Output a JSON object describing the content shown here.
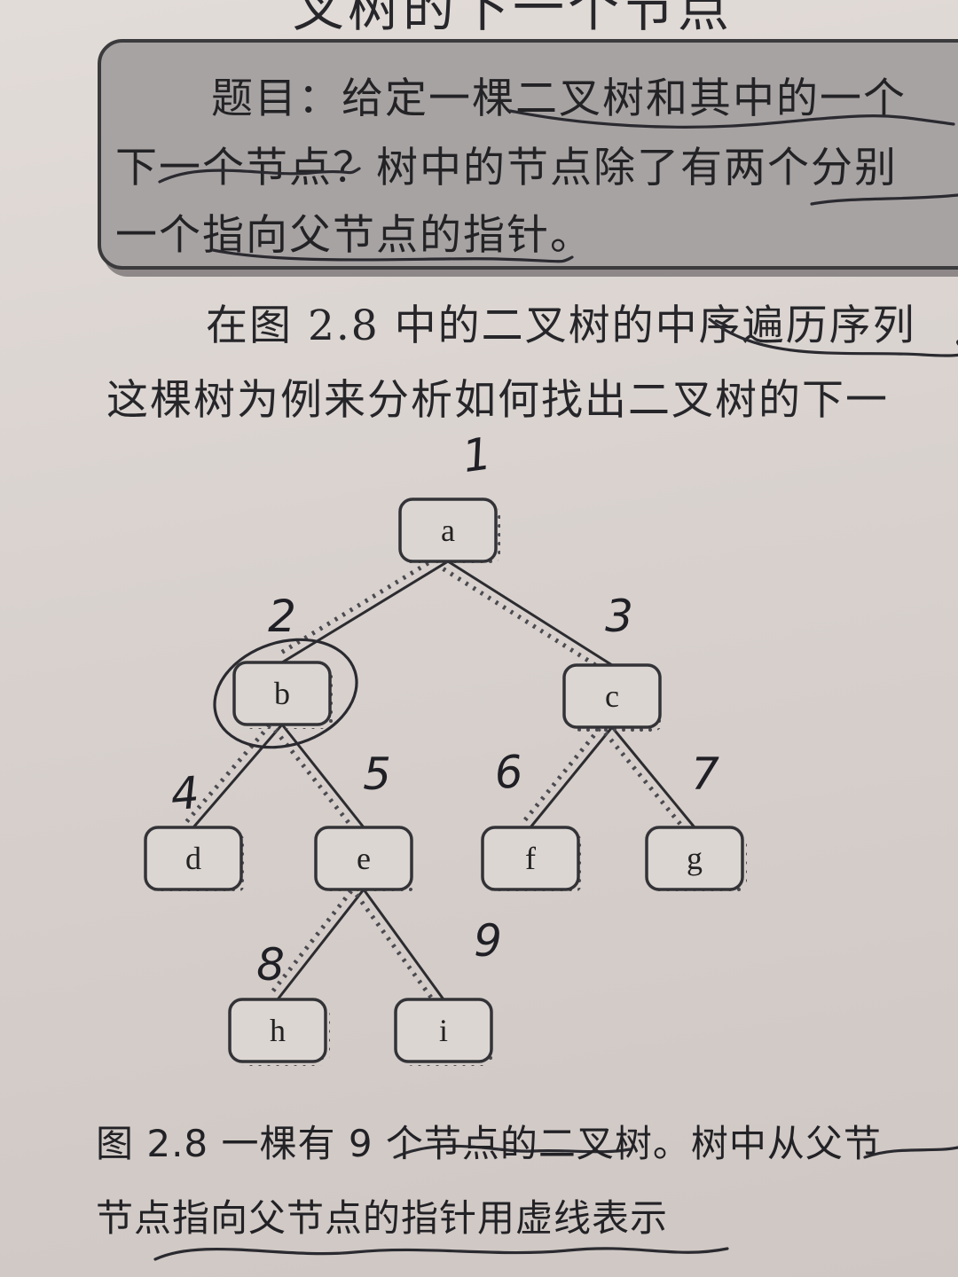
{
  "header": {
    "cut_title": "叉树的下一个节点"
  },
  "problem": {
    "lines": [
      "题目：给定一棵二叉树和其中的一个",
      "下一个节点？树中的节点除了有两个分别",
      "一个指向父节点的指针。"
    ]
  },
  "paragraph": {
    "lines": [
      "在图 2.8 中的二叉树的中序遍历序列",
      "这棵树为例来分析如何找出二叉树的下一"
    ]
  },
  "figure": {
    "nodes": [
      {
        "id": "a",
        "label": "a"
      },
      {
        "id": "b",
        "label": "b"
      },
      {
        "id": "c",
        "label": "c"
      },
      {
        "id": "d",
        "label": "d"
      },
      {
        "id": "e",
        "label": "e"
      },
      {
        "id": "f",
        "label": "f"
      },
      {
        "id": "g",
        "label": "g"
      },
      {
        "id": "h",
        "label": "h"
      },
      {
        "id": "i",
        "label": "i"
      }
    ],
    "edges": [
      [
        "a",
        "b"
      ],
      [
        "a",
        "c"
      ],
      [
        "b",
        "d"
      ],
      [
        "b",
        "e"
      ],
      [
        "c",
        "f"
      ],
      [
        "c",
        "g"
      ],
      [
        "e",
        "h"
      ],
      [
        "e",
        "i"
      ]
    ],
    "handwritten_numbers": [
      "1",
      "2",
      "3",
      "4",
      "5",
      "6",
      "7",
      "8",
      "9"
    ]
  },
  "caption": {
    "lines": [
      "图 2.8   一棵有 9 个节点的二叉树。树中从父节",
      "节点指向父节点的指针用虚线表示"
    ]
  },
  "colors": {
    "paper": "#d9d2ce",
    "box_fill": "#a8a3a3",
    "ink": "#2a2a30"
  }
}
